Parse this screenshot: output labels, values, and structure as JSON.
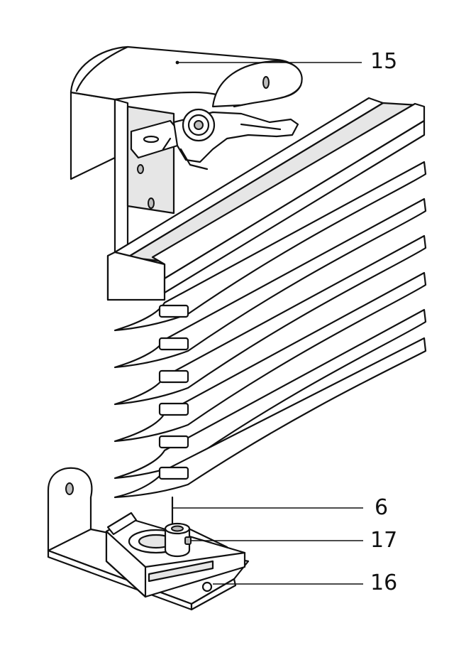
{
  "callouts": {
    "headrail_cover": "15",
    "slat": "6",
    "tilt_connector": "17",
    "bottom_bracket": "16"
  }
}
